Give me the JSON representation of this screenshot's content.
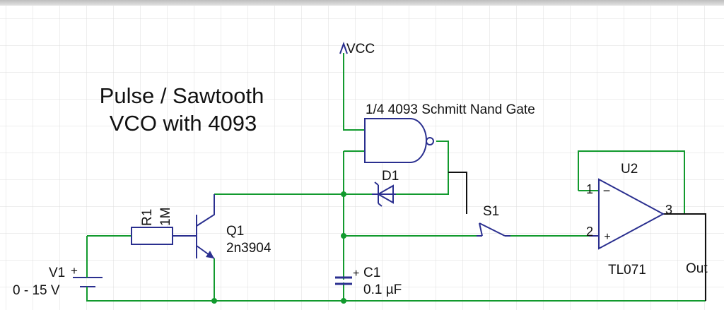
{
  "title": {
    "line1": "Pulse / Sawtooth",
    "line2": "VCO with 4093"
  },
  "supply": {
    "label": "VCC"
  },
  "gate": {
    "label": "1/4 4093 Schmitt Nand Gate"
  },
  "diode": {
    "ref": "D1"
  },
  "switch": {
    "ref": "S1"
  },
  "opamp": {
    "ref": "U2",
    "part": "TL071",
    "pin_inverting": "1",
    "pin_noninverting": "2",
    "pin_output": "3",
    "minus_sign": "−",
    "plus_sign": "+"
  },
  "resistor": {
    "ref": "R1",
    "value": "1M"
  },
  "transistor": {
    "ref": "Q1",
    "part": "2n3904"
  },
  "capacitor": {
    "ref": "C1",
    "value": "0.1 µF",
    "plus_sign": "+"
  },
  "source": {
    "ref": "V1",
    "range": "0 - 15 V",
    "plus_sign": "+"
  },
  "output": {
    "label": "Out"
  },
  "colors": {
    "wire_green": "#129a2e",
    "wire_black": "#111111",
    "component_blue": "#2a2f8f",
    "grid": "#dcdcdc"
  }
}
